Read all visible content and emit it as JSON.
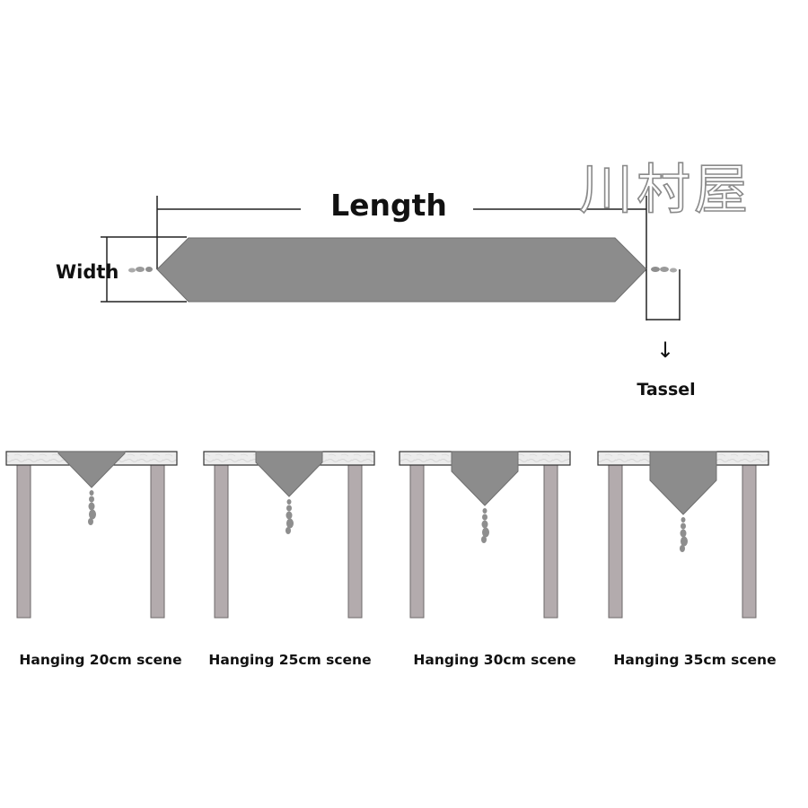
{
  "dimensions": {
    "length_label": "Length",
    "width_label": "Width",
    "tassel_label": "Tassel",
    "arrow_glyph": "↓"
  },
  "watermark": "川村屋",
  "scenes": [
    {
      "label": "Hanging 20cm scene",
      "hang_cm": 20
    },
    {
      "label": "Hanging 25cm scene",
      "hang_cm": 25
    },
    {
      "label": "Hanging 30cm scene",
      "hang_cm": 30
    },
    {
      "label": "Hanging 35cm scene",
      "hang_cm": 35
    }
  ],
  "colors": {
    "runner_fill": "#8c8c8c",
    "runner_stroke": "#6f6f6f",
    "table_top": "#ececec",
    "leg_fill": "#b3abad",
    "tassel": "#8e8e8e",
    "line": "#222222"
  }
}
